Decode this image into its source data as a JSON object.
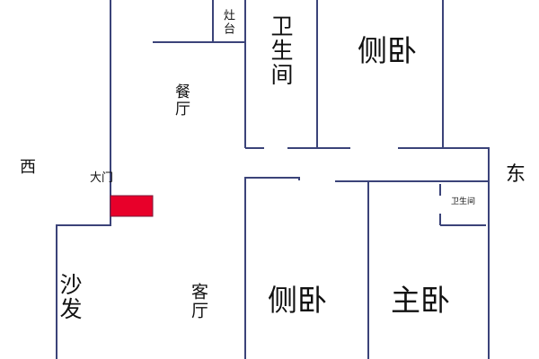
{
  "plan": {
    "wall_color": "#3b4379",
    "door_color": "#e8002a",
    "compass": {
      "west": "西",
      "east": "东"
    },
    "rooms": {
      "stove": "灶台",
      "dining": "餐厅",
      "bathroom_top": "卫生间",
      "side_bedroom_top": "侧卧",
      "main_door": "大门",
      "sofa": "沙发",
      "living": "客厅",
      "side_bedroom_bottom": "侧卧",
      "master_bedroom": "主卧",
      "ensuite_bathroom": "卫生间"
    }
  }
}
